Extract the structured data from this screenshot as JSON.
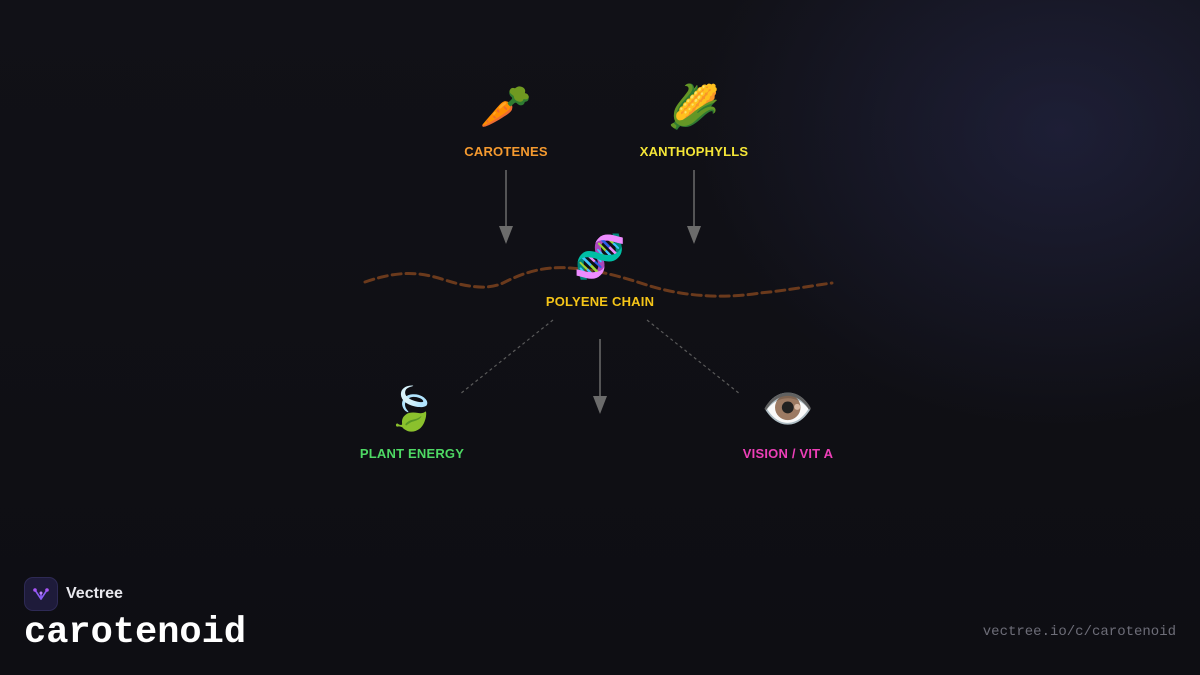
{
  "nodes": {
    "carotenes": {
      "label": "CAROTENES",
      "icon": "carrot-icon",
      "glyph": "🥕",
      "color": "#f59a2f"
    },
    "xanthophylls": {
      "label": "XANTHOPHYLLS",
      "icon": "corn-icon",
      "glyph": "🌽",
      "color": "#f5e637"
    },
    "polyene": {
      "label": "POLYENE CHAIN",
      "icon": "dna-icon",
      "glyph": "🧬",
      "color": "#f5c518"
    },
    "plant": {
      "label": "PLANT ENERGY",
      "icon": "leaf-icon",
      "glyph": "🍃",
      "color": "#4ed964"
    },
    "vision": {
      "label": "VISION / VIT A",
      "icon": "eye-icon",
      "glyph": "👁️",
      "color": "#ee3fb8"
    }
  },
  "colors": {
    "background": "#0f0f14",
    "arrow": "#6b6b6b",
    "chain": "#6b3a1c",
    "muted_text": "#6d6d78"
  },
  "footer": {
    "brand": "Vectree",
    "title": "carotenoid",
    "url": "vectree.io/c/carotenoid"
  }
}
